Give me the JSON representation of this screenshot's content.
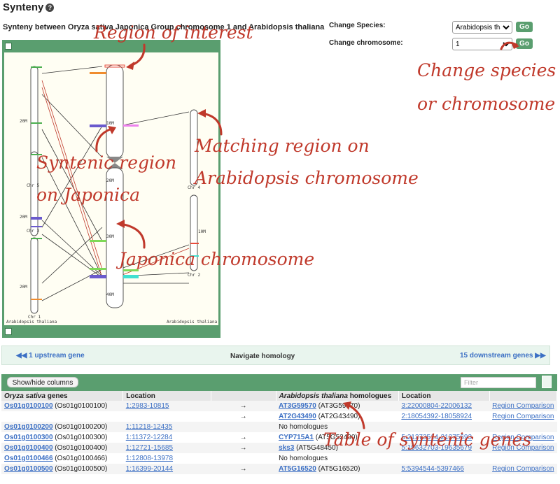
{
  "page": {
    "title": "Synteny",
    "subtitle": "Synteny between Oryza sativa Japonica Group chromosome 1 and Arabidopsis thaliana"
  },
  "controls": {
    "species_label": "Change Species:",
    "species_value": "Arabidopsis thali",
    "chromosome_label": "Change chromosome:",
    "chromosome_value": "1",
    "go_label": "Go"
  },
  "karyotype": {
    "left_chromosomes": [
      {
        "label": "Chr 5",
        "tick": "20M"
      },
      {
        "label": "Chr 3",
        "tick": "20M"
      },
      {
        "label": "Chr 1",
        "tick": "20M"
      }
    ],
    "center_ticks": [
      "10M",
      "20M",
      "30M",
      "40M"
    ],
    "right_chromosomes": [
      {
        "label": "Chr 4"
      },
      {
        "label": "Chr 2",
        "tick": "10M"
      }
    ],
    "footer_left": "Arabidopsis thaliana",
    "footer_right": "Arabidopsis thaliana"
  },
  "navigation": {
    "upstream": "1 upstream gene",
    "center": "Navigate homology",
    "downstream": "15 downstream genes"
  },
  "table": {
    "show_hide": "Show/hide columns",
    "filter_placeholder": "Filter",
    "headers": {
      "genes_species": "Oryza sativa",
      "genes_suffix": " genes",
      "location": "Location",
      "homologues_species": "Arabidopsis thaliana",
      "homologues_suffix": " homologues",
      "location2": "Location"
    },
    "rows": [
      {
        "gene": "Os01g0100100",
        "gene_id": "(Os01g0100100)",
        "loc": "1:2983-10815",
        "arrow": "→",
        "hom": "AT3G59570",
        "hom_id": "(AT3G59570)",
        "hloc": "3:22000804-22006132",
        "cmp": "Region Comparison"
      },
      {
        "gene": "",
        "gene_id": "",
        "loc": "",
        "arrow": "→",
        "hom": "AT2G43490",
        "hom_id": "(AT2G43490)",
        "hloc": "2:18054392-18058924",
        "cmp": "Region Comparison"
      },
      {
        "gene": "Os01g0100200",
        "gene_id": "(Os01g0100200)",
        "loc": "1:11218-12435",
        "arrow": "",
        "hom": "",
        "hom_id": "No homologues",
        "hloc": "",
        "cmp": ""
      },
      {
        "gene": "Os01g0100300",
        "gene_id": "(Os01g0100300)",
        "loc": "1:11372-12284",
        "arrow": "→",
        "hom": "CYP715A1",
        "hom_id": "(AT5G52400)",
        "hloc": "5:21273514-21275693",
        "cmp": "Region Comparison"
      },
      {
        "gene": "Os01g0100400",
        "gene_id": "(Os01g0100400)",
        "loc": "1:12721-15685",
        "arrow": "→",
        "hom": "sks3",
        "hom_id": "(AT5G48450)",
        "hloc": "5:19632703-19635679",
        "cmp": "Region Comparison"
      },
      {
        "gene": "Os01g0100466",
        "gene_id": "(Os01g0100466)",
        "loc": "1:12808-13978",
        "arrow": "",
        "hom": "",
        "hom_id": "No homologues",
        "hloc": "",
        "cmp": ""
      },
      {
        "gene": "Os01g0100500",
        "gene_id": "(Os01g0100500)",
        "loc": "1:16399-20144",
        "arrow": "→",
        "hom": "AT5G16520",
        "hom_id": "(AT5G16520)",
        "hloc": "5:5394544-5397466",
        "cmp": "Region Comparison"
      }
    ]
  },
  "annotations": {
    "region_of_interest": "Region of interest",
    "change_species_1": "Change species",
    "change_species_2": "or chromosome",
    "matching_1": "Matching region on",
    "matching_2": "Arabidopsis chromosome",
    "syntenic_1": "Syntenic region",
    "syntenic_2": "on Japonica",
    "japonica_chr": "Japonica chromosome",
    "table_label": "Table of syntenic genes"
  },
  "colors": {
    "accent": "#5a9e6f",
    "link": "#3b6fc4",
    "annotation": "#c0392b"
  }
}
